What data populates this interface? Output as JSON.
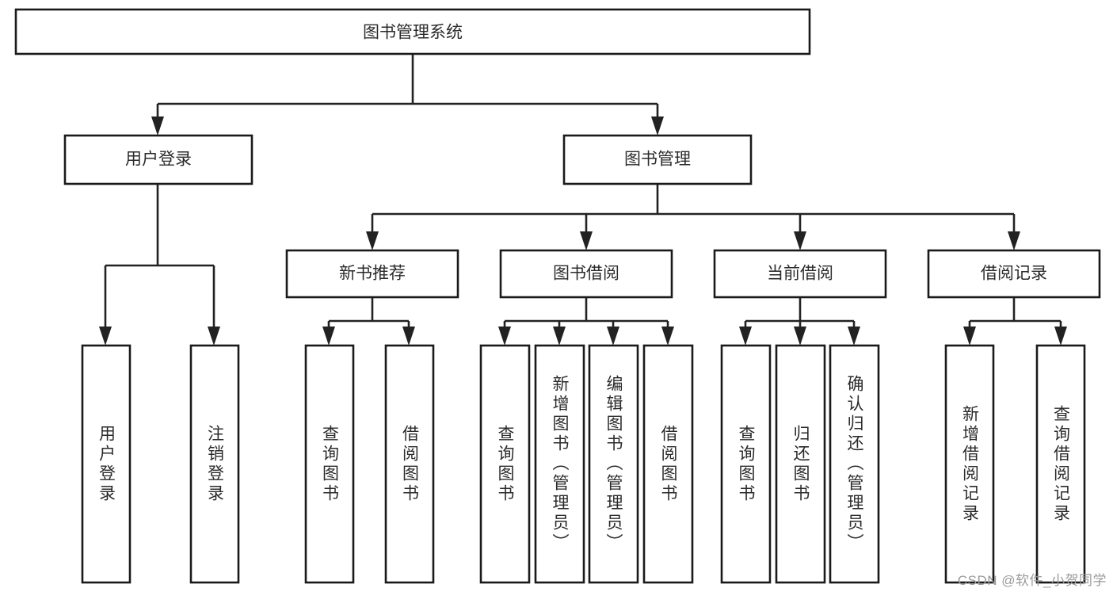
{
  "diagram": {
    "type": "hierarchy-tree",
    "title": "图书管理系统",
    "watermark": "CSDN @软件_小贺同学",
    "colors": {
      "box_stroke": "#1a1a1a",
      "box_fill": "#ffffff",
      "connector": "#222222",
      "text": "#2b2b2b",
      "watermark": "#9a9a9a",
      "background": "#ffffff"
    },
    "levels": {
      "root": "图书管理系统",
      "level2": [
        "用户登录",
        "图书管理"
      ],
      "level3": [
        "新书推荐",
        "图书借阅",
        "当前借阅",
        "借阅记录"
      ]
    },
    "nodes": {
      "root": {
        "label": "图书管理系统"
      },
      "user_login": {
        "label": "用户登录"
      },
      "book_manage": {
        "label": "图书管理"
      },
      "new_book_rec": {
        "label": "新书推荐"
      },
      "book_borrow": {
        "label": "图书借阅"
      },
      "current_borrow": {
        "label": "当前借阅"
      },
      "borrow_record": {
        "label": "借阅记录"
      }
    },
    "leaves": {
      "user_login": [
        {
          "label": "用户登录"
        },
        {
          "label": "注销登录"
        }
      ],
      "new_book_rec": [
        {
          "label": "查询图书"
        },
        {
          "label": "借阅图书"
        }
      ],
      "book_borrow": [
        {
          "label": "查询图书"
        },
        {
          "label": "新增图书（管理员）"
        },
        {
          "label": "编辑图书（管理员）"
        },
        {
          "label": "借阅图书"
        }
      ],
      "current_borrow": [
        {
          "label": "查询图书"
        },
        {
          "label": "归还图书"
        },
        {
          "label": "确认归还（管理员）"
        }
      ],
      "borrow_record": [
        {
          "label": "新增借阅记录"
        },
        {
          "label": "查询借阅记录"
        }
      ]
    }
  }
}
